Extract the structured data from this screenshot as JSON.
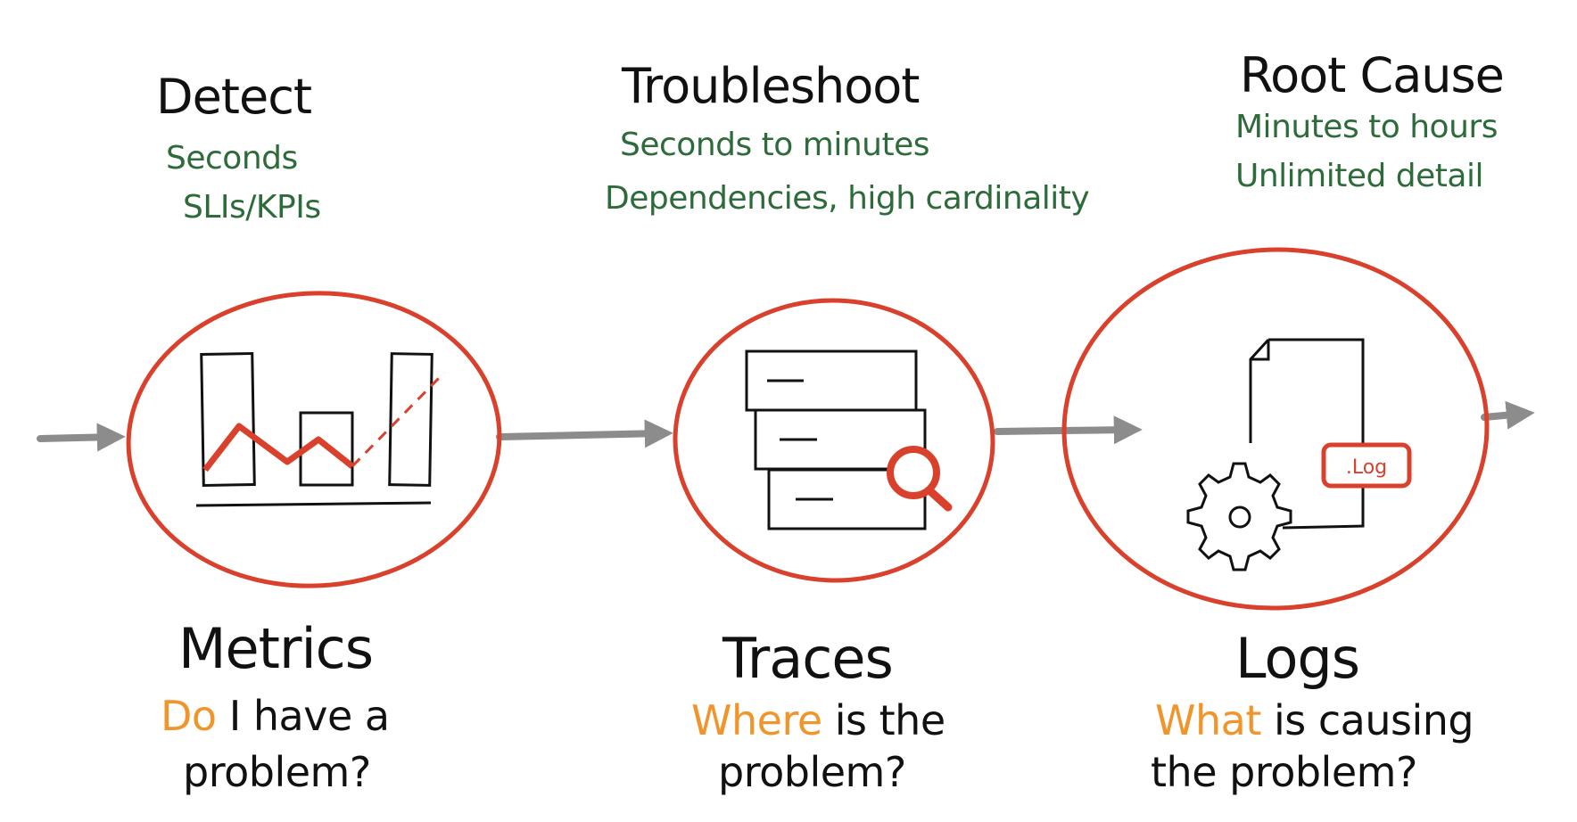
{
  "colors": {
    "accent_red": "#d9412d",
    "accent_orange": "#f0952c",
    "detail_green": "#2e6b3a",
    "arrow_grey": "#8c8c8c",
    "ink": "#111111"
  },
  "phases": [
    {
      "title": "Detect",
      "details": [
        "Seconds",
        "SLIs/KPIs"
      ]
    },
    {
      "title": "Troubleshoot",
      "details": [
        "Seconds to minutes",
        "Dependencies, high cardinality"
      ]
    },
    {
      "title": "Root Cause",
      "details": [
        "Minutes to hours",
        "Unlimited detail"
      ]
    }
  ],
  "pillars": [
    {
      "title": "Metrics",
      "icon": "bar-chart-icon",
      "question": {
        "highlight": "Do",
        "line1_rest": " I have a",
        "line2": "problem?"
      }
    },
    {
      "title": "Traces",
      "icon": "trace-search-icon",
      "question": {
        "highlight": "Where",
        "line1_rest": " is the",
        "line2": "problem?"
      }
    },
    {
      "title": "Logs",
      "icon": "log-file-icon",
      "question": {
        "highlight": "What",
        "line1_rest": " is causing",
        "line2": "the problem?"
      }
    }
  ],
  "log_badge": ".Log"
}
